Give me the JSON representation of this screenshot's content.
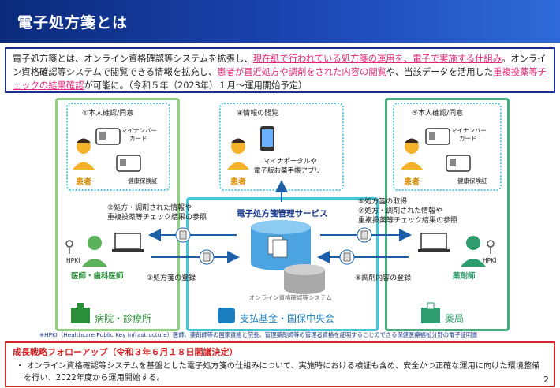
{
  "header": {
    "title": "電子処方箋とは"
  },
  "intro": {
    "p1": "電子処方箋とは、オンライン資格確認等システムを拡張し、",
    "h1": "現在紙で行われている処方箋の運用を、電子で実施する仕組み",
    "p2": "。オンライン資格確認等システムで閲覧できる情報を拡充し、",
    "h2": "患者が直近処方や調剤をされた内容の閲覧",
    "p3": "や、当該データを活用した",
    "h3": "重複投薬等チェックの結果確認",
    "p4": "が可能に。（令和５年（2023年）１月～運用開始予定）"
  },
  "diagram": {
    "step1": "①本人確認/同意",
    "step4": "④情報の閲覧",
    "step5": "⑤本人確認/同意",
    "mynumber_card": [
      "マイナンバー",
      "カード"
    ],
    "insurance_card": "健康保険証",
    "patient": "患者",
    "portal": [
      "マイナポータルや",
      "電子版お薬手帳アプリ"
    ],
    "step2": [
      "②処方・調剤された情報や",
      "重複投薬等チェック結果の参照"
    ],
    "step3": "③処方箋の登録",
    "step6": "⑥処方箋の取得",
    "step7": [
      "⑦処方・調剤された情報や",
      "重複投薬等チェック結果の参照"
    ],
    "step8": "⑧調剤内容の登録",
    "service_title": "電子処方箋管理サービス",
    "online_system": "オンライン資格確認等システム",
    "hpki": "HPKI",
    "doctor": "医師・歯科医師",
    "pharmacist": "薬剤師",
    "hospital": "病院・診療所",
    "fund": "支払基金・国保中央会",
    "pharmacy": "薬局"
  },
  "footnote": "※HPKI（Healthcare Public Key Infrastructure）医師、薬剤師等の国家資格と院長、管理薬剤師等の管理者資格を証明することのできる保健医療福祉分野の電子証明書",
  "growth": {
    "title": "成長戦略フォローアップ（令和３年６月１８日閣議決定）",
    "body": "・ オンライン資格確認等システムを基盤とした電子処方箋の仕組みについて、実施時における検証も含め、安全かつ正確な運用に向けた環境整備を行い、2022年度から運用開始する。"
  },
  "page_number": "2"
}
